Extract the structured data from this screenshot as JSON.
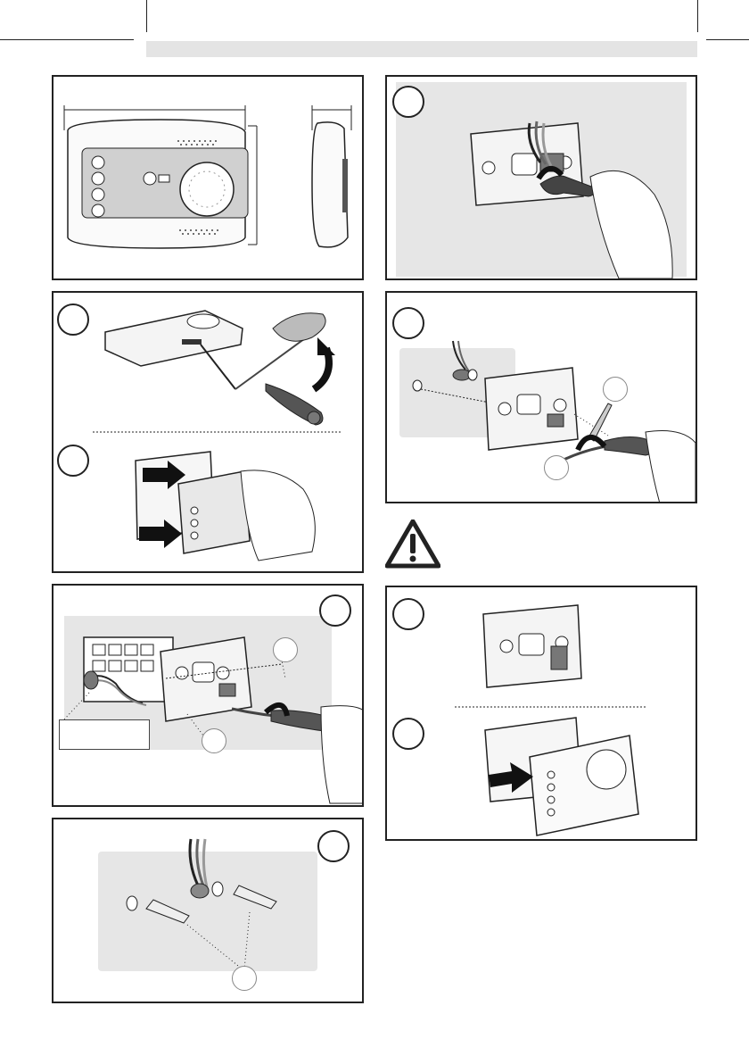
{
  "page": {
    "header_text": "",
    "panels": [
      {
        "name": "dimensions",
        "steps": []
      },
      {
        "name": "open-cover",
        "steps": [
          "",
          ""
        ]
      },
      {
        "name": "wall-box-mount",
        "steps": [
          ""
        ],
        "label_box_text": ""
      },
      {
        "name": "wall-plugs",
        "steps": [
          ""
        ]
      },
      {
        "name": "wiring",
        "steps": [
          ""
        ]
      },
      {
        "name": "surface-mount",
        "steps": [
          ""
        ]
      },
      {
        "name": "close-cover",
        "steps": [
          "",
          ""
        ]
      }
    ],
    "warning": {
      "icon": "warning-triangle-icon",
      "text": ""
    }
  },
  "colors": {
    "line": "#222222",
    "wall": "#e6e6e6",
    "header": "#e4e4e4",
    "device": "#f4f4f4",
    "faceplate": "#d9d9d9"
  }
}
